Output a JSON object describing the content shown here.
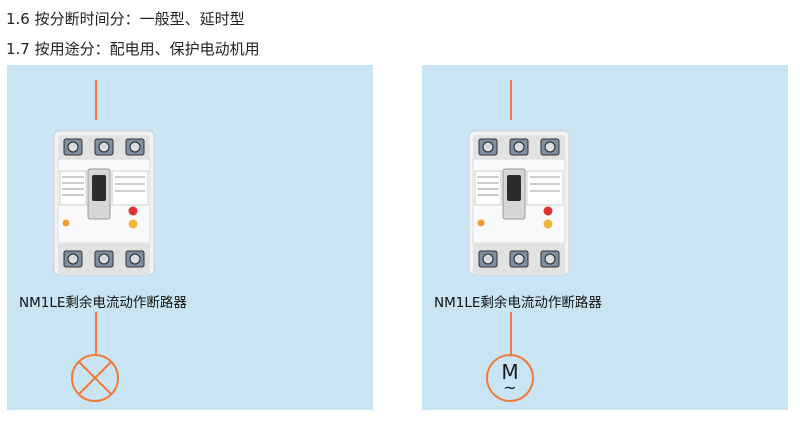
{
  "heading": {
    "line1": "1.6 按分断时间分：一般型、延时型",
    "line2": "1.7 按用途分：配电用、保护电动机用"
  },
  "panels": [
    {
      "caption": "NM1LE剩余电流动作断路器",
      "load_symbol": "lamp-symbol"
    },
    {
      "caption": "NM1LE剩余电流动作断路器",
      "load_symbol": "motor-symbol",
      "motor_letter": "M",
      "motor_ac": "~"
    }
  ],
  "colors": {
    "panel_bg": "#c9e5f4",
    "wire": "#f07b3a"
  }
}
